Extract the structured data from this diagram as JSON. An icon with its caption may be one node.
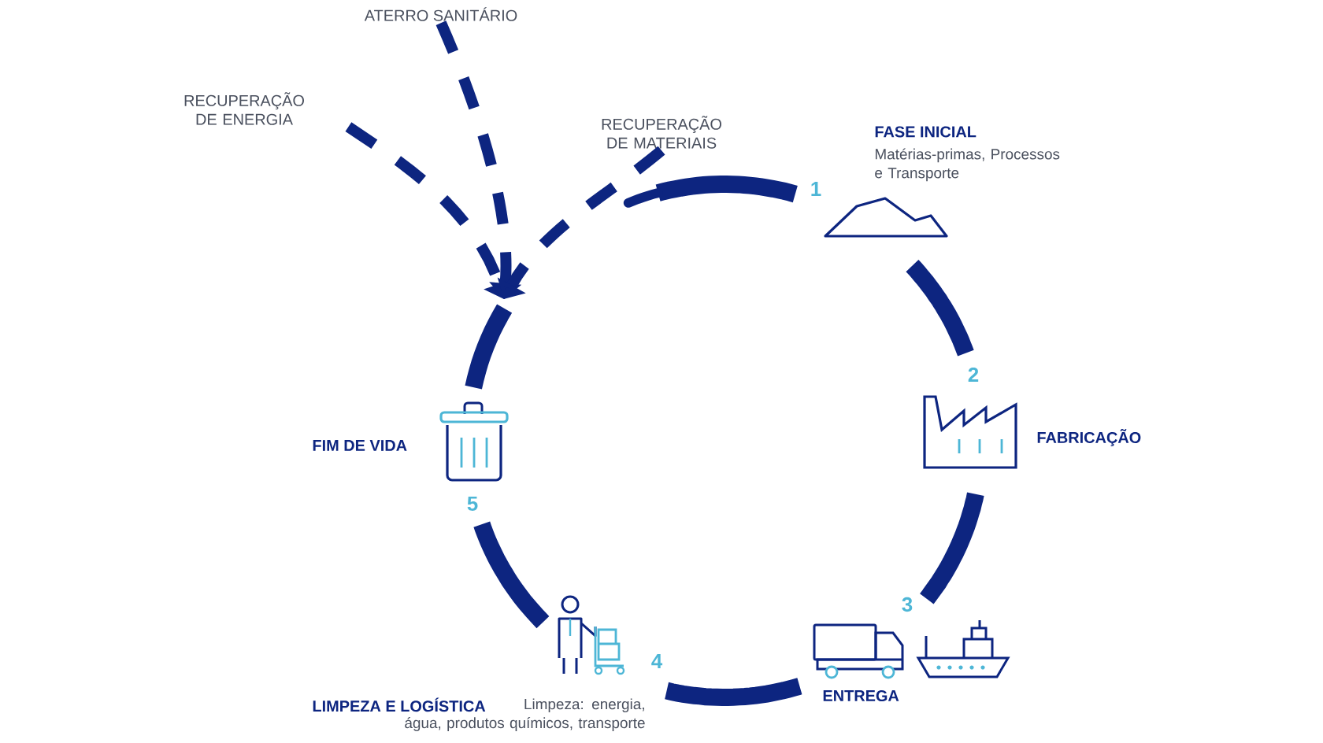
{
  "diagram": {
    "nodes": [
      {
        "text": [
          "FASE INICIAL",
          "Matérias-primas, Processos e Transporte"
        ],
        "beside": [
          "1"
        ]
      },
      {
        "text": [
          "FABRICAÇÃO"
        ],
        "beside": [
          "2"
        ]
      },
      {
        "text": [
          "ENTREGA"
        ],
        "beside": [
          "3"
        ]
      },
      {
        "text": [
          "LIMPEZA E LOGÍSTICA",
          "Limpeza: energia, água, produtos químicos, transporte"
        ],
        "beside": [
          "4"
        ]
      },
      {
        "text": [
          "FIM DE VIDA"
        ],
        "beside": [
          "5"
        ]
      },
      {
        "text": [
          "RECUPERAÇÃO DE ENERGIA"
        ]
      },
      {
        "text": [
          "ATERRO SANITÁRIO"
        ]
      },
      {
        "text": [
          "RECUPERAÇÃO DE MATERIAIS"
        ]
      }
    ],
    "edges": [
      {
        "from": 0,
        "to": 1,
        "arrow": "none"
      },
      {
        "from": 1,
        "to": 2,
        "arrow": "none"
      },
      {
        "from": 2,
        "to": 3,
        "arrow": "none"
      },
      {
        "from": 3,
        "to": 4,
        "arrow": "none"
      },
      {
        "from": 5,
        "to": 4,
        "arrow": "to",
        "style": "dashed"
      },
      {
        "from": 6,
        "to": 4,
        "arrow": "to",
        "style": "dashed"
      },
      {
        "from": 7,
        "to": 4,
        "arrow": "to",
        "style": "dashed"
      },
      {
        "from": 7,
        "to": 0,
        "arrow": "none"
      }
    ]
  }
}
